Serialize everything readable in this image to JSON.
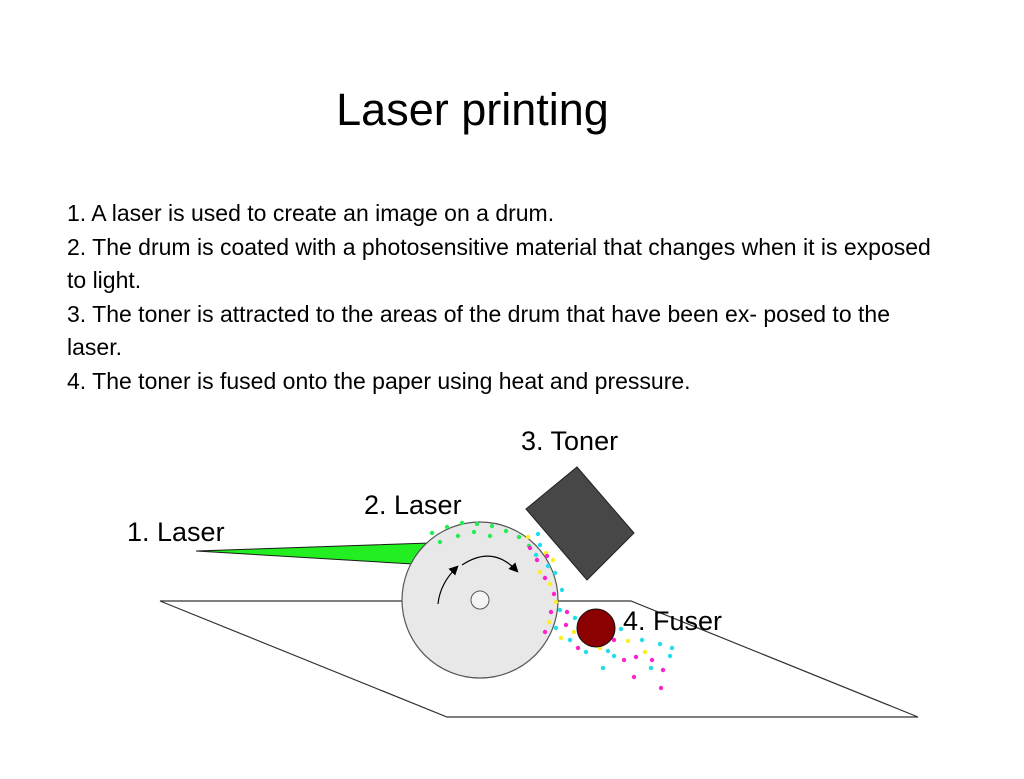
{
  "title": "Laser printing",
  "steps": [
    "1. A laser is used to create an image on a drum.",
    "2. The drum is coated with a photosensitive material that changes when it is exposed to light.",
    "3. The toner is attracted to the areas of the drum that have been ex- posed to the laser.",
    "4. The toner is fused onto the paper using heat and pressure."
  ],
  "diagram": {
    "labels": {
      "laser_source": "1. Laser",
      "laser_drum": "2. Laser",
      "toner": "3. Toner",
      "fuser": "4. Fuser"
    },
    "colors": {
      "laser_beam": "#22ee22",
      "drum": "#e8e8e8",
      "toner_cartridge": "#474747",
      "fuser": "#8b0000",
      "toner_magenta": "#ff22cc",
      "toner_cyan": "#22ddee",
      "toner_yellow": "#ffee22",
      "laser_dots": "#22ee55"
    }
  }
}
